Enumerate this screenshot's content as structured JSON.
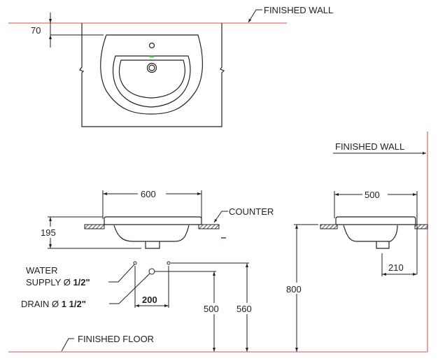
{
  "labels": {
    "finished_wall_top": "FINISHED  WALL",
    "finished_wall_side": "FINISHED  WALL",
    "counter": "COUNTER",
    "water_supply_line1": "WATER",
    "water_supply_line2": "SUPPLY Ø ",
    "water_supply_size": "1/2\"",
    "drain": "DRAIN Ø ",
    "drain_size": "1 1/2\"",
    "finished_floor": "FINISHED  FLOOR"
  },
  "dimensions": {
    "wall_to_basin": "70",
    "front_width": "600",
    "basin_height": "195",
    "supply_spacing": "200",
    "drain_height": "500",
    "supply_height": "560",
    "counter_height": "800",
    "side_depth": "500",
    "drain_from_wall": "210"
  },
  "colors": {
    "wall_floor_line": "#e07070",
    "drawing": "#222222",
    "marker_green": "#33cc33",
    "marker_blue": "#2233cc"
  }
}
